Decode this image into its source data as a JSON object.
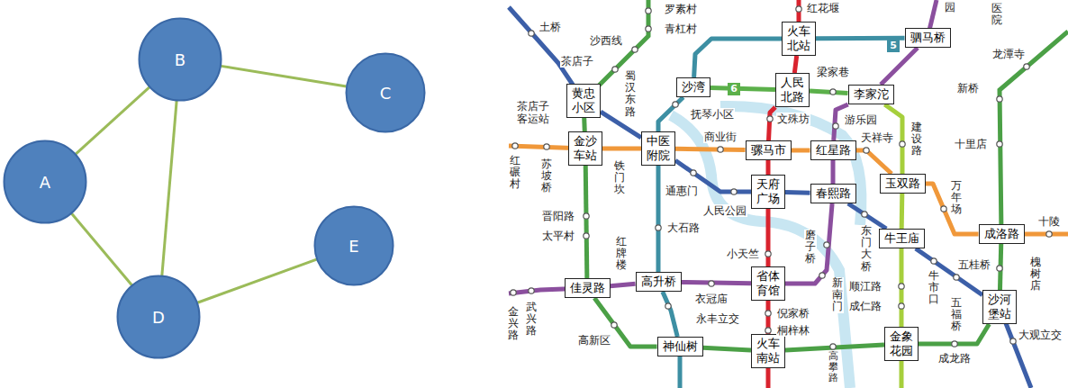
{
  "diagram": {
    "nodes": [
      {
        "text": [
          "A"
        ]
      },
      {
        "text": [
          "B"
        ]
      },
      {
        "text": [
          "C"
        ]
      },
      {
        "text": [
          "D"
        ]
      },
      {
        "text": [
          "E"
        ]
      },
      {
        "text": [
          "火车 北站"
        ]
      },
      {
        "text": [
          "驷马桥"
        ]
      },
      {
        "text": [
          "沙湾"
        ]
      },
      {
        "text": [
          "人民 北路"
        ]
      },
      {
        "text": [
          "李家沱"
        ]
      },
      {
        "text": [
          "黄忠 小区"
        ]
      },
      {
        "text": [
          "金沙 车站"
        ]
      },
      {
        "text": [
          "中医 附院"
        ]
      },
      {
        "text": [
          "骡马市"
        ]
      },
      {
        "text": [
          "红星路"
        ]
      },
      {
        "text": [
          "玉双路"
        ]
      },
      {
        "text": [
          "天府 广场"
        ]
      },
      {
        "text": [
          "春熙路"
        ]
      },
      {
        "text": [
          "成洛路"
        ]
      },
      {
        "text": [
          "牛王庙"
        ]
      },
      {
        "text": [
          "高升桥"
        ]
      },
      {
        "text": [
          "省体 育馆"
        ]
      },
      {
        "text": [
          "佳灵路"
        ]
      },
      {
        "text": [
          "沙河 堡站"
        ]
      },
      {
        "text": [
          "金象 花园"
        ]
      },
      {
        "text": [
          "神仙树"
        ]
      },
      {
        "text": [
          "火车 南站"
        ]
      }
    ],
    "edges": [
      {
        "from": 0,
        "to": 1,
        "arrow": "none"
      },
      {
        "from": 1,
        "to": 2,
        "arrow": "none"
      },
      {
        "from": 1,
        "to": 3,
        "arrow": "none"
      },
      {
        "from": 0,
        "to": 3,
        "arrow": "none"
      },
      {
        "from": 3,
        "to": 4,
        "arrow": "none"
      },
      {
        "from": 5,
        "to": 8,
        "arrow": "none"
      },
      {
        "from": 8,
        "to": 13,
        "arrow": "none"
      },
      {
        "from": 13,
        "to": 16,
        "arrow": "none"
      },
      {
        "from": 16,
        "to": 21,
        "arrow": "none"
      },
      {
        "from": 21,
        "to": 26,
        "arrow": "none"
      },
      {
        "from": 10,
        "to": 12,
        "arrow": "none"
      },
      {
        "from": 12,
        "to": 16,
        "arrow": "none"
      },
      {
        "from": 16,
        "to": 17,
        "arrow": "none"
      },
      {
        "from": 17,
        "to": 19,
        "arrow": "none"
      },
      {
        "from": 19,
        "to": 23,
        "arrow": "none"
      },
      {
        "from": 11,
        "to": 12,
        "arrow": "none"
      },
      {
        "from": 12,
        "to": 13,
        "arrow": "none"
      },
      {
        "from": 13,
        "to": 14,
        "arrow": "none"
      },
      {
        "from": 14,
        "to": 15,
        "arrow": "none"
      },
      {
        "from": 15,
        "to": 18,
        "arrow": "none"
      },
      {
        "from": 10,
        "to": 11,
        "arrow": "none"
      },
      {
        "from": 11,
        "to": 22,
        "arrow": "none"
      },
      {
        "from": 22,
        "to": 25,
        "arrow": "none"
      },
      {
        "from": 25,
        "to": 26,
        "arrow": "none"
      },
      {
        "from": 26,
        "to": 24,
        "arrow": "none"
      },
      {
        "from": 24,
        "to": 23,
        "arrow": "none"
      },
      {
        "from": 23,
        "to": 18,
        "arrow": "none"
      },
      {
        "from": 7,
        "to": 5,
        "arrow": "none"
      },
      {
        "from": 5,
        "to": 6,
        "arrow": "none"
      },
      {
        "from": 7,
        "to": 12,
        "arrow": "none"
      },
      {
        "from": 12,
        "to": 20,
        "arrow": "none"
      },
      {
        "from": 20,
        "to": 25,
        "arrow": "none"
      },
      {
        "from": 7,
        "to": 8,
        "arrow": "none"
      },
      {
        "from": 8,
        "to": 9,
        "arrow": "none"
      },
      {
        "from": 6,
        "to": 9,
        "arrow": "none"
      },
      {
        "from": 9,
        "to": 14,
        "arrow": "none"
      },
      {
        "from": 14,
        "to": 17,
        "arrow": "none"
      },
      {
        "from": 17,
        "to": 21,
        "arrow": "none"
      },
      {
        "from": 21,
        "to": 20,
        "arrow": "none"
      },
      {
        "from": 20,
        "to": 22,
        "arrow": "none"
      },
      {
        "from": 9,
        "to": 15,
        "arrow": "none"
      },
      {
        "from": 15,
        "to": 19,
        "arrow": "none"
      },
      {
        "from": 19,
        "to": 24,
        "arrow": "none"
      }
    ],
    "labels": [
      "园",
      "红花堰",
      "罗素村",
      "医院",
      "土桥",
      "青杠村",
      "沙西线",
      "5",
      "龙潭寺",
      "茶店子",
      "梁家巷",
      "蜀汉东路",
      "新桥",
      "6",
      "茶店子 客运站",
      "抚琴小区",
      "文殊坊",
      "游乐园",
      "建设路",
      "商业街",
      "天祥寺",
      "十里店",
      "红碾村",
      "苏坡桥",
      "铁门坎",
      "万年场",
      "通惠门",
      "人民公园",
      "晋阳路",
      "十陵",
      "东门大桥",
      "大石路",
      "磨子桥",
      "太平村",
      "红牌楼",
      "小天竺",
      "槐树店",
      "五桂桥",
      "牛市口",
      "新南门",
      "顺江路",
      "五福桥",
      "衣冠庙",
      "武兴路",
      "成仁路",
      "金兴路",
      "倪家桥",
      "永丰立交",
      "桐梓林",
      "大观立交",
      "高新区",
      "高攀路",
      "成龙路"
    ]
  }
}
